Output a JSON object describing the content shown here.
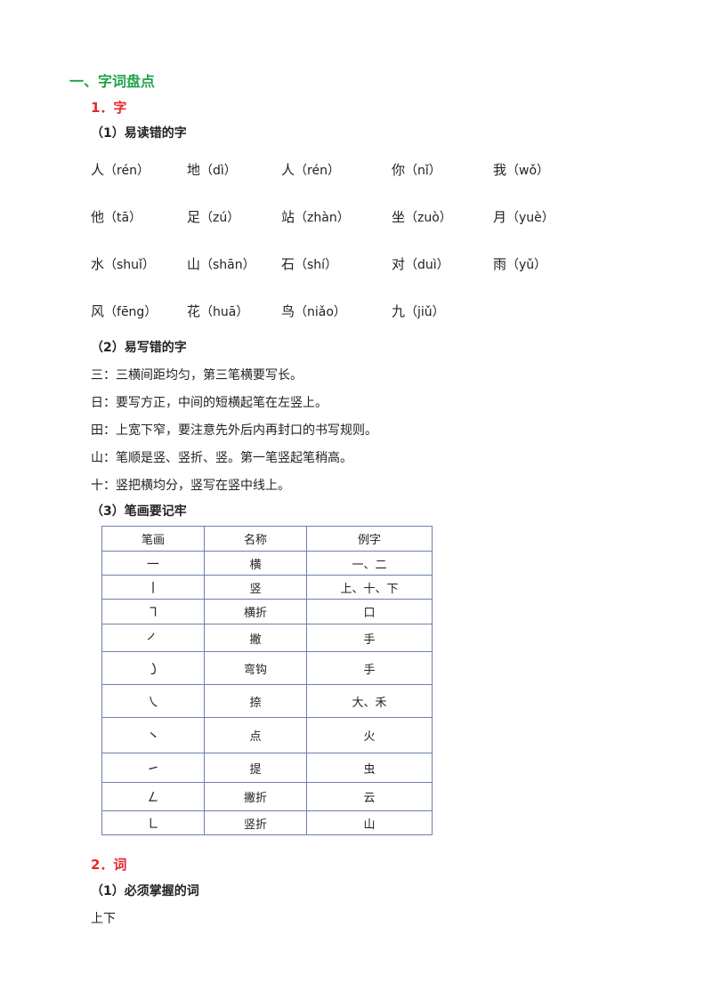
{
  "section1": {
    "title": "一、字词盘点",
    "sub1": {
      "title": "1．字",
      "part1": {
        "title": "（1）易读错的字",
        "rows": [
          [
            {
              "char": "人",
              "py": "（rén）"
            },
            {
              "char": "地",
              "py": "（dì）"
            },
            {
              "char": "人",
              "py": "（rén）"
            },
            {
              "char": "你",
              "py": "（nǐ）"
            },
            {
              "char": "我",
              "py": "（wǒ）"
            }
          ],
          [
            {
              "char": "他",
              "py": "（tā）"
            },
            {
              "char": "足",
              "py": "（zú）"
            },
            {
              "char": "站",
              "py": "（zhàn）"
            },
            {
              "char": "坐",
              "py": "（zuò）"
            },
            {
              "char": "月",
              "py": "（yuè）"
            }
          ],
          [
            {
              "char": "水",
              "py": "（shuǐ）"
            },
            {
              "char": "山",
              "py": "（shān）"
            },
            {
              "char": "石",
              "py": "（shí）"
            },
            {
              "char": "对",
              "py": "（duì）"
            },
            {
              "char": "雨",
              "py": "（yǔ）"
            }
          ],
          [
            {
              "char": "风",
              "py": "（fēng）"
            },
            {
              "char": "花",
              "py": "（huā）"
            },
            {
              "char": "鸟",
              "py": "（niǎo）"
            },
            {
              "char": "九",
              "py": "（jiǔ）"
            }
          ]
        ]
      },
      "part2": {
        "title": "（2）易写错的字",
        "lines": [
          "三：三横间距均匀，第三笔横要写长。",
          "日：要写方正，中间的短横起笔在左竖上。",
          "田：上宽下窄，要注意先外后内再封口的书写规则。",
          "山：笔顺是竖、竖折、竖。第一笔竖起笔稍高。",
          "十：竖把横均分，竖写在竖中线上。"
        ]
      },
      "part3": {
        "title": "（3）笔画要记牢",
        "headers": [
          "笔画",
          "名称",
          "例字"
        ],
        "rows": [
          {
            "stroke": "㇐",
            "name": "横",
            "example": "一、二"
          },
          {
            "stroke": "㇑",
            "name": "竖",
            "example": "上、十、下"
          },
          {
            "stroke": "㇕",
            "name": "横折",
            "example": "口"
          },
          {
            "stroke": "㇒",
            "name": "撇",
            "example": "手"
          },
          {
            "stroke": "㇁",
            "name": "弯钩",
            "example": "手"
          },
          {
            "stroke": "㇏",
            "name": "捺",
            "example": "大、禾"
          },
          {
            "stroke": "㇔",
            "name": "点",
            "example": "火"
          },
          {
            "stroke": "㇀",
            "name": "提",
            "example": "虫"
          },
          {
            "stroke": "㇜",
            "name": "撇折",
            "example": "云"
          },
          {
            "stroke": "㇗",
            "name": "竖折",
            "example": "山"
          }
        ]
      }
    },
    "sub2": {
      "title": "2．词",
      "part1": {
        "title": "（1）必须掌握的词",
        "first_line": "上下"
      }
    }
  }
}
